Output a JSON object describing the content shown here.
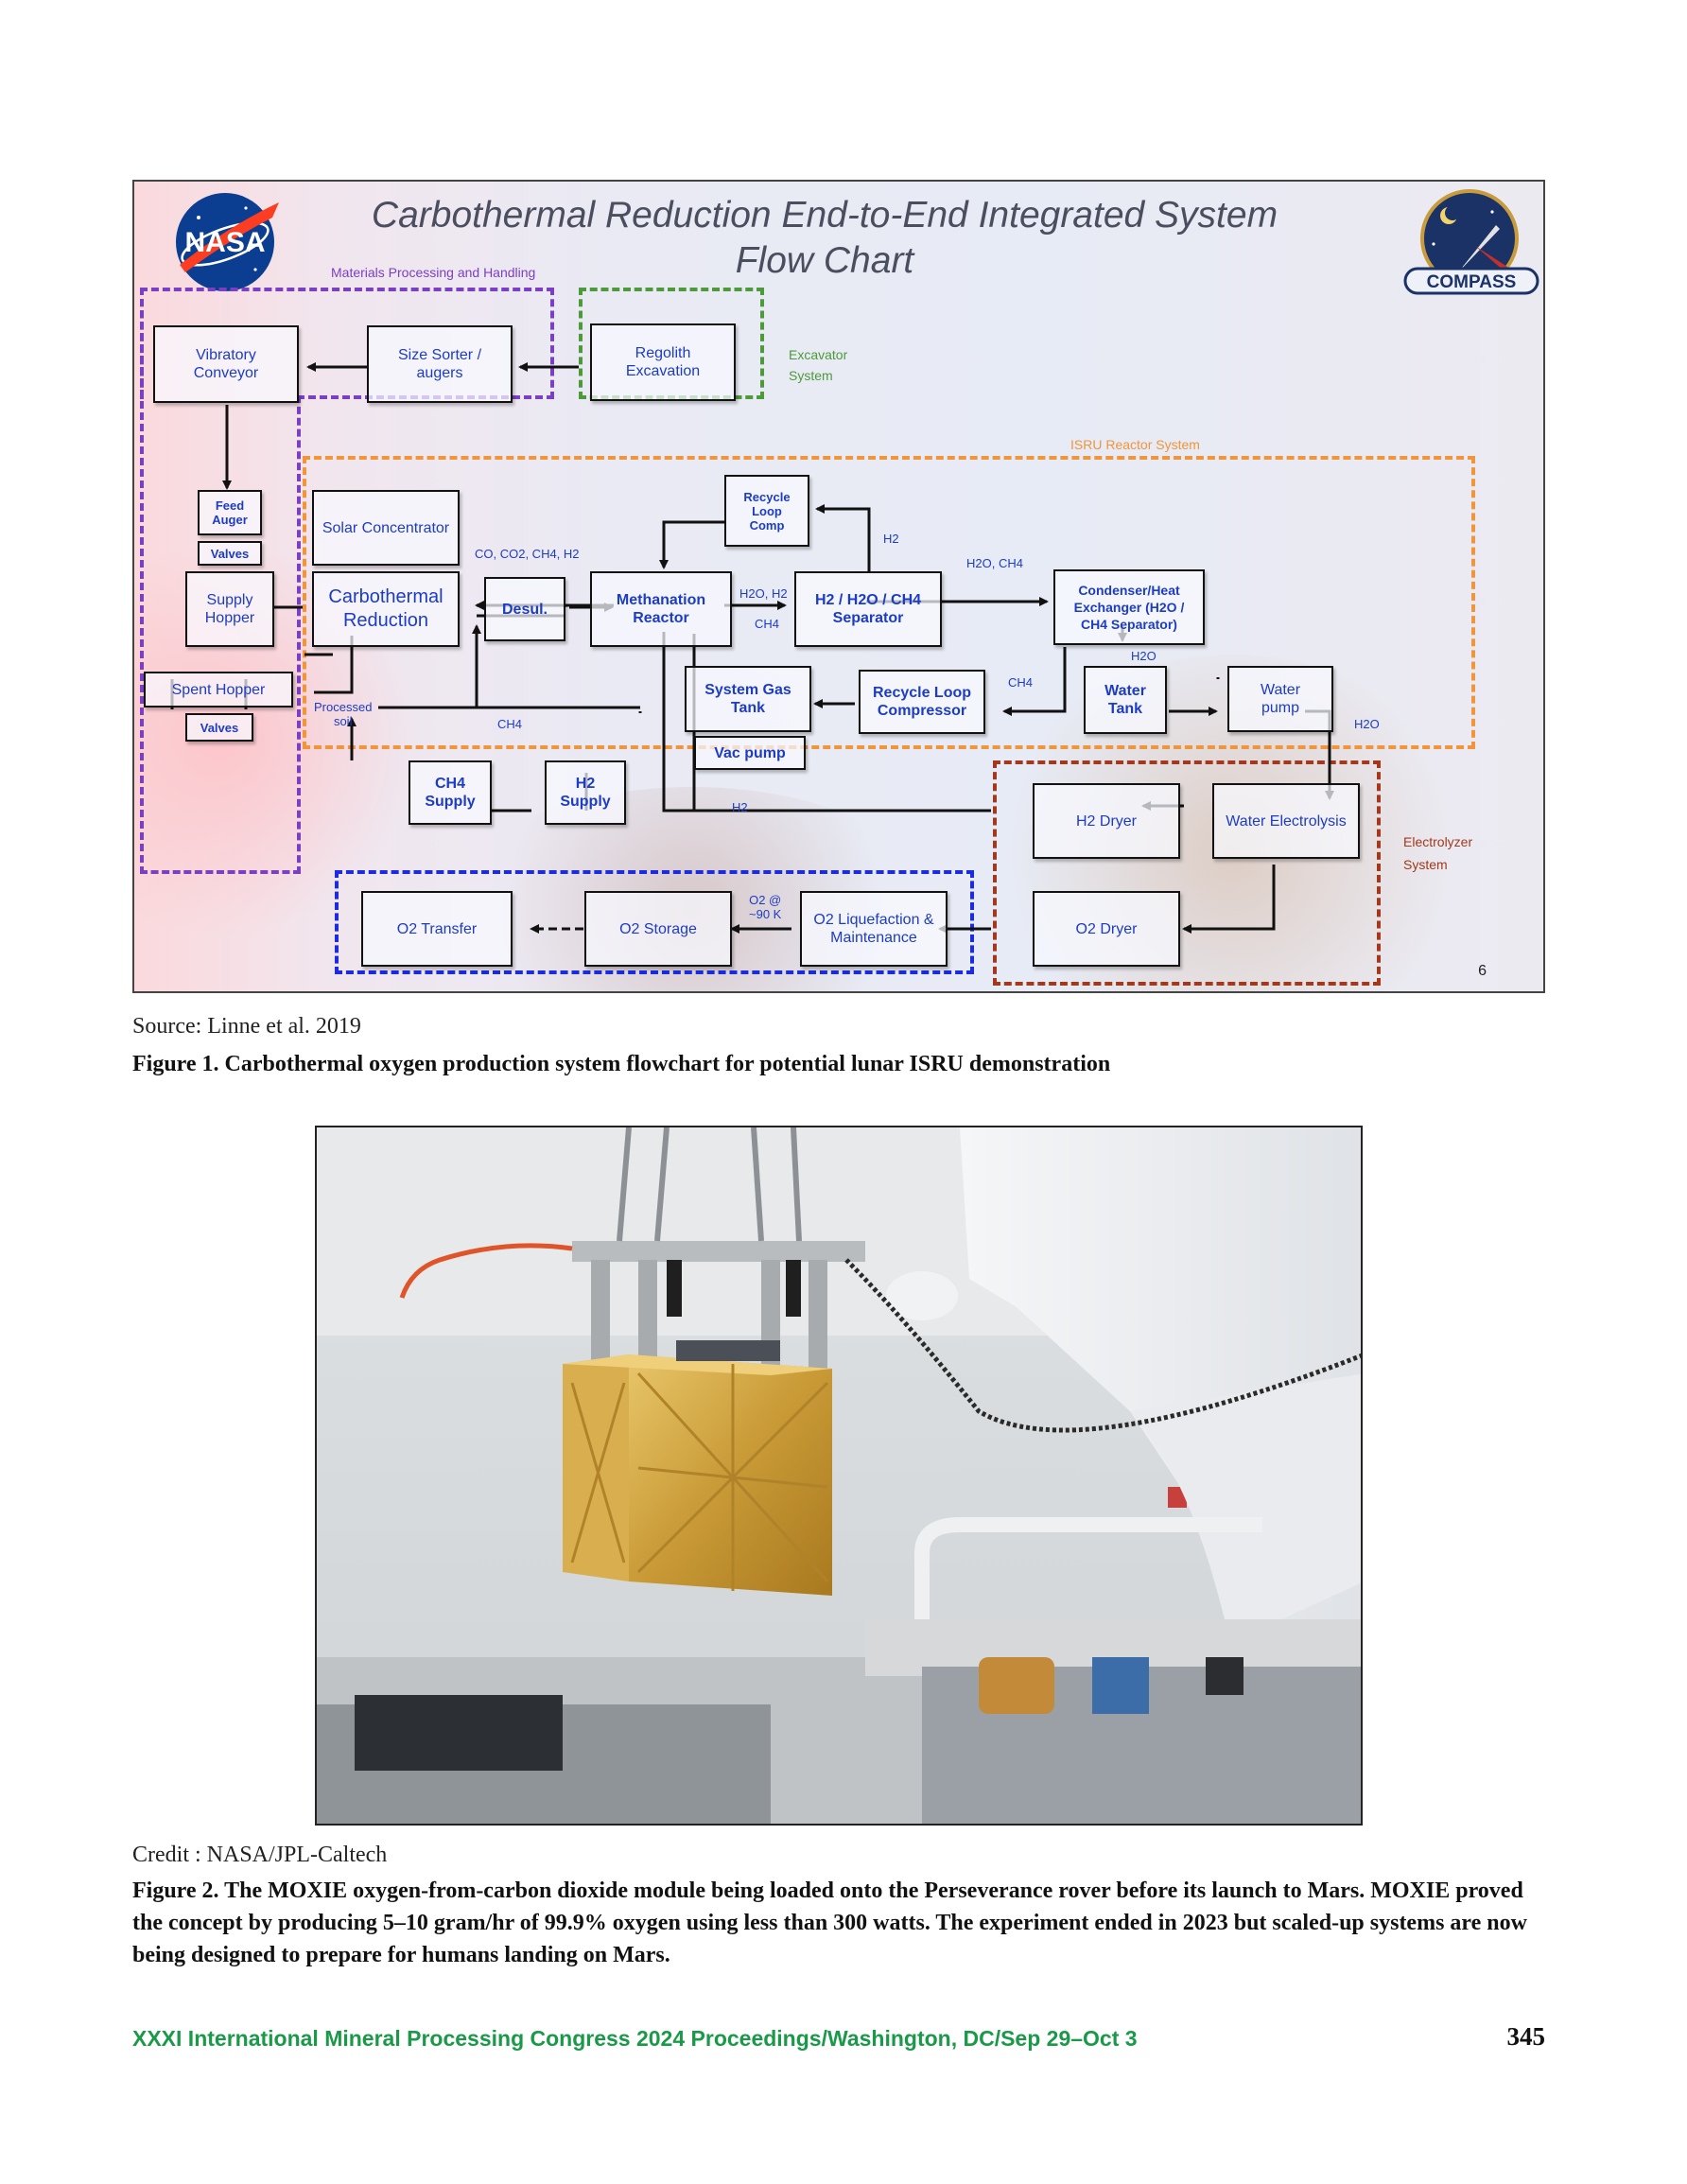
{
  "figure1": {
    "title": "Carbothermal Reduction End-to-End Integrated System Flow Chart",
    "logos": {
      "left": "NASA",
      "right": "COMPASS"
    },
    "zones": {
      "materials": "Materials Processing and Handling",
      "excavator": "Excavator\nSystem",
      "isru": "ISRU Reactor System",
      "electrolyzer": "Electrolyzer\nSystem"
    },
    "boxes": {
      "vibratory": "Vibratory\nConveyor",
      "sorter": "Size Sorter /\naugers",
      "regolith": "Regolith\nExcavation",
      "feed_auger": "Feed\nAuger",
      "valves_top": "Valves",
      "supply_hopper": "Supply\nHopper",
      "spent_hopper": "Spent Hopper",
      "valves_bottom": "Valves",
      "solar": "Solar Concentrator",
      "carbothermal": "Carbothermal\nReduction",
      "desul": "Desul.",
      "methanation": "Methanation\nReactor",
      "recycle_comp": "Recycle\nLoop\nComp",
      "separator": "H2 / H2O / CH4\nSeparator",
      "condenser": "Condenser/Heat\nExchanger (H2O /\nCH4 Separator)",
      "system_gas": "System Gas\nTank",
      "vac_pump": "Vac pump",
      "recycle_compressor": "Recycle Loop\nCompressor",
      "water_tank": "Water\nTank",
      "water_pump": "Water\npump",
      "ch4_supply": "CH4\nSupply",
      "h2_supply": "H2\nSupply",
      "h2_dryer": "H2 Dryer",
      "electrolysis": "Water Electrolysis",
      "o2_dryer": "O2 Dryer",
      "liquefaction": "O2 Liquefaction &\nMaintenance",
      "o2_storage": "O2 Storage",
      "o2_transfer": "O2 Transfer"
    },
    "labels": {
      "co_gases": "CO, CO2, CH4, H2",
      "h2o_h2": "H2O, H2",
      "ch4_mid": "CH4",
      "h2_top": "H2",
      "h2o_ch4": "H2O, CH4",
      "h2o_cond": "H2O",
      "ch4_right": "CH4",
      "h2o_pump": "H2O",
      "processed_soil": "Processed\nsoil",
      "ch4_low": "CH4",
      "h2_low": "H2",
      "o2_90k": "O2 @\n~90 K"
    },
    "slide_number": "6"
  },
  "source_text": "Source: Linne et al. 2019",
  "figure1_caption": "Figure 1. Carbothermal oxygen production system flowchart for potential lunar ISRU demonstration",
  "credit_text": "Credit : NASA/JPL-Caltech",
  "figure2_caption": "Figure 2. The MOXIE oxygen-from-carbon dioxide module being loaded onto the Perseverance rover before its launch to Mars. MOXIE proved the concept by producing 5–10 gram/hr of 99.9% oxygen using less than 300 watts. The experiment ended in 2023 but scaled-up systems are now being designed to prepare for humans landing on Mars.",
  "footer": {
    "text": "XXXI International Mineral Processing Congress 2024 Proceedings/Washington, DC/Sep 29–Oct 3",
    "page_number": "345"
  },
  "colors": {
    "footer_green": "#1a9a48",
    "box_text_blue": "#1d3cc4",
    "materials_zone": "#7b3fc4",
    "excavator_zone": "#4d9a3a",
    "isru_zone": "#f0953a",
    "electrolyzer_zone": "#a3381c",
    "o2_zone": "#1a2be0"
  }
}
